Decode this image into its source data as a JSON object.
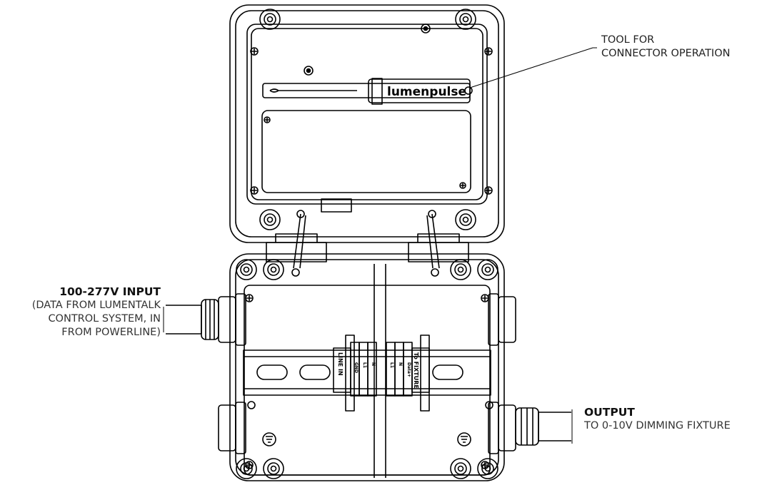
{
  "callouts": {
    "tool_line1": "TOOL FOR",
    "tool_line2": "CONNECTOR OPERATION",
    "input_title": "100-277V INPUT",
    "input_line1": "(DATA FROM LUMENTALK",
    "input_line2": "CONTROL SYSTEM, IN",
    "input_line3": "FROM POWERLINE)",
    "output_title": "OUTPUT",
    "output_line1": "TO 0-10V DIMMING FIXTURE"
  },
  "tool": {
    "brand": "lumenpulse"
  },
  "terminal_block": {
    "line_in_label": "LINE IN",
    "to_fixture_label": "To FIXTURE",
    "terminals": [
      "GND",
      "L1",
      "N",
      "L1",
      "N",
      "Data+"
    ]
  }
}
